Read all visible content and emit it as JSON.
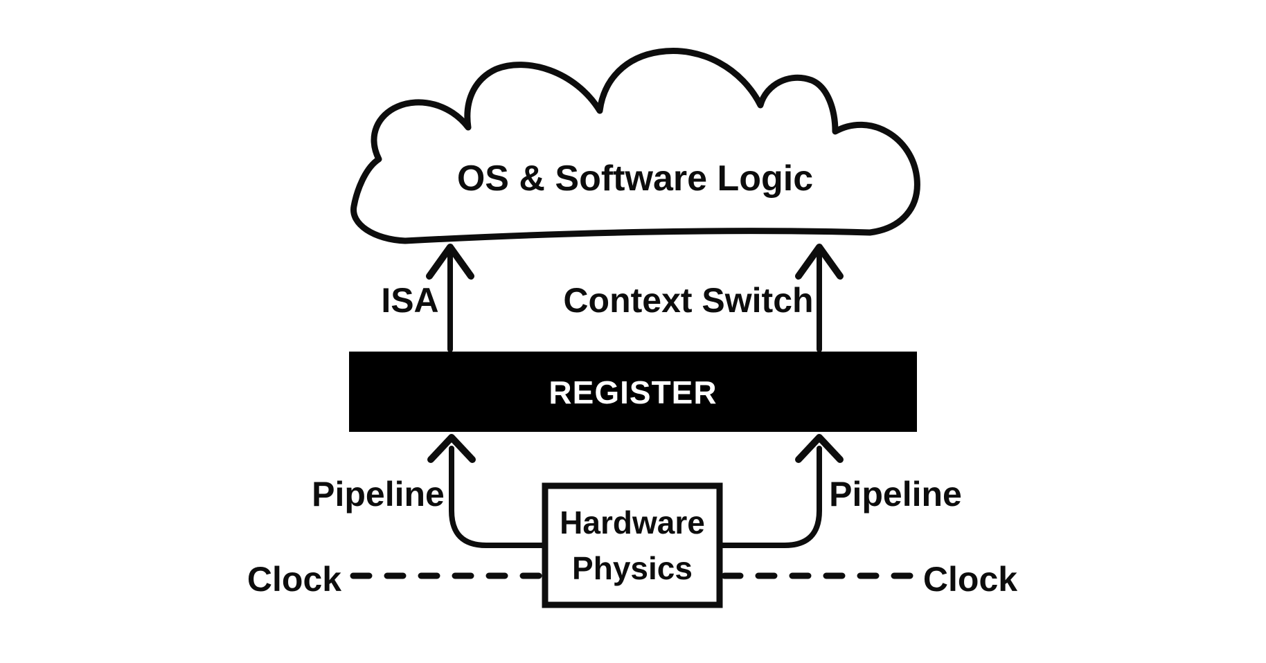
{
  "cloud": {
    "label": "OS & Software Logic"
  },
  "register": {
    "label": "REGISTER"
  },
  "hardware_box": {
    "line1": "Hardware",
    "line2": "Physics"
  },
  "arrows": {
    "isa_label": "ISA",
    "context_switch_label": "Context Switch",
    "pipeline_left_label": "Pipeline",
    "pipeline_right_label": "Pipeline"
  },
  "clock": {
    "left_label": "Clock",
    "right_label": "Clock"
  },
  "colors": {
    "ink": "#0d0d0d",
    "register_fill": "#000000",
    "register_text": "#ffffff",
    "background": "#ffffff"
  }
}
